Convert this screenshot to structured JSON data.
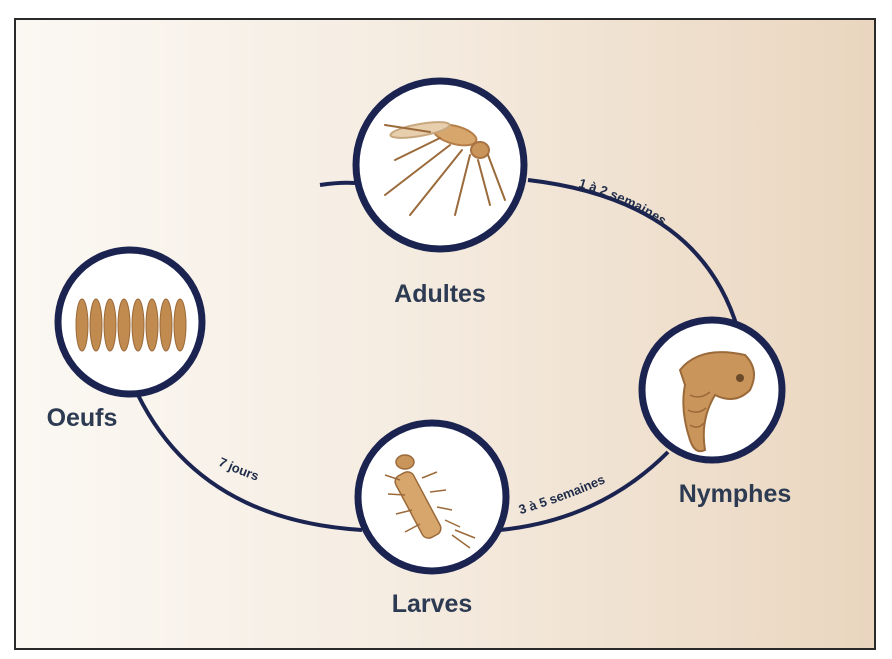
{
  "stages": {
    "adultes": "Adultes",
    "nymphes": "Nymphes",
    "larves": "Larves",
    "oeufs": "Oeufs"
  },
  "durations": {
    "adultes_to_nymphes": "1 à 2 semaines",
    "larves_to_nymphes": "3 à 5 semaines",
    "oeufs_to_larves": "7 jours"
  },
  "colors": {
    "ring": "#1b2350",
    "stage_text": "#2c3a52",
    "insect": "#c9955a"
  }
}
